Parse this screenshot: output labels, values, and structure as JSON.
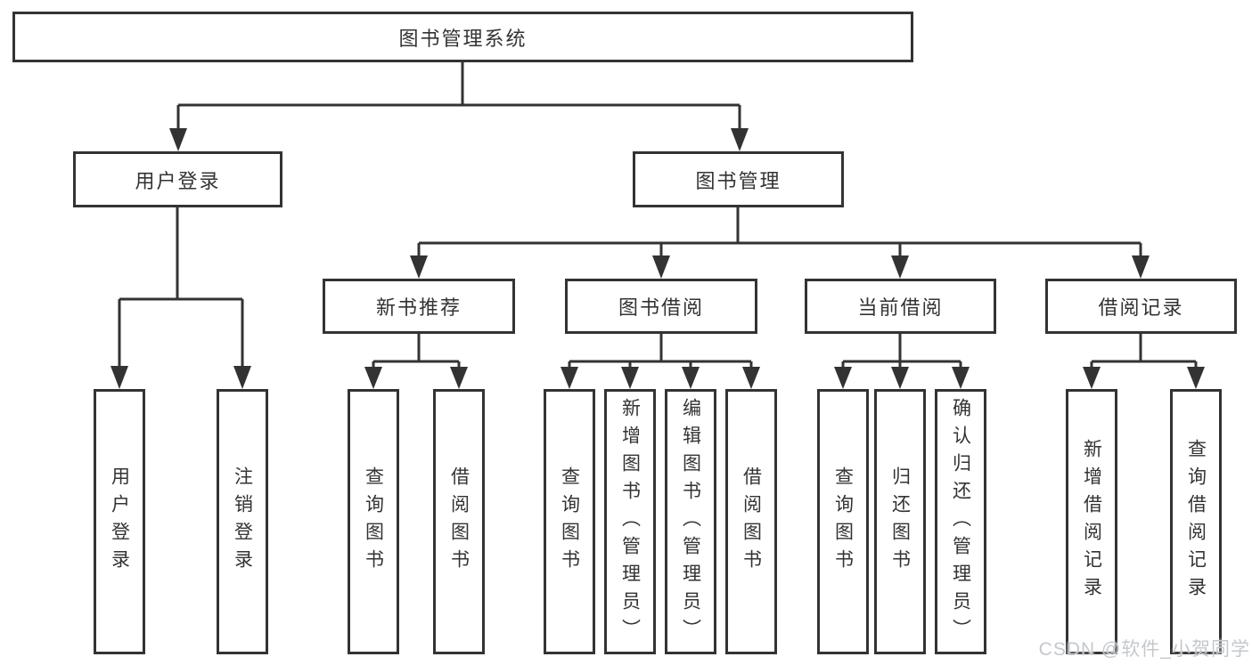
{
  "diagram": {
    "root_label": "图书管理系统",
    "level2": {
      "user_login": "用户登录",
      "book_management": "图书管理"
    },
    "level3": {
      "new_book_recommend": "新书推荐",
      "book_borrow": "图书借阅",
      "current_borrow": "当前借阅",
      "borrow_record": "借阅记录"
    },
    "leaves": {
      "user_login": "用户登录",
      "logout": "注销登录",
      "recommend_query_books": "查询图书",
      "recommend_borrow_books": "借阅图书",
      "borrow_query_books": "查询图书",
      "borrow_add_books": "新增图书（管理员）",
      "borrow_edit_books": "编辑图书（管理员）",
      "borrow_borrow_books": "借阅图书",
      "current_query_books": "查询图书",
      "current_return_books": "归还图书",
      "current_confirm_return": "确认归还（管理员）",
      "record_add": "新增借阅记录",
      "record_query": "查询借阅记录"
    }
  },
  "watermark": {
    "text": "CSDN @软件_小贺同学",
    "color": "#c4c8cc"
  },
  "colors": {
    "line": "#333333",
    "box_border": "#333333",
    "text": "#333333",
    "background": "#ffffff"
  }
}
